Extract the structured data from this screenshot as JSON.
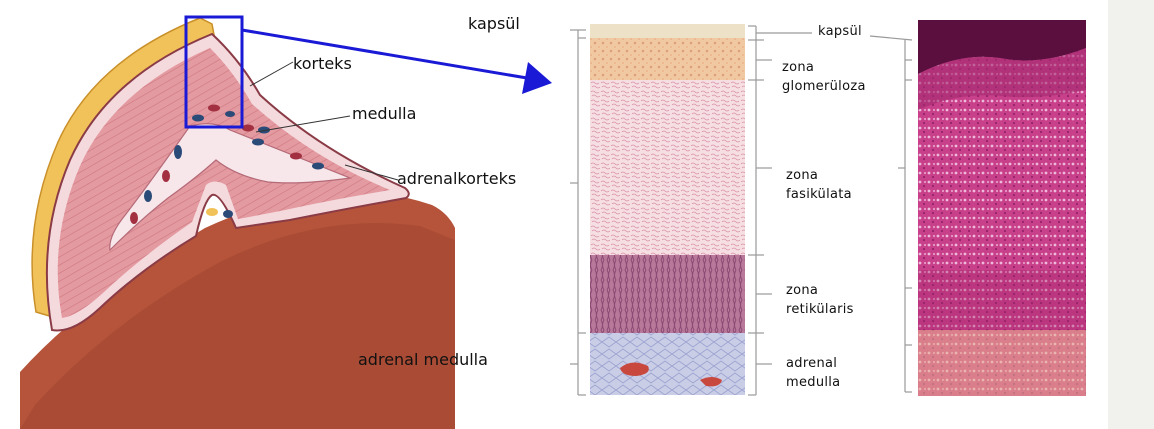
{
  "figure": {
    "left_labels": {
      "kapsul": "kapsül",
      "korteks": "korteks",
      "medulla": "medulla",
      "adrenalkorteks": "adrenalkorteks",
      "adrenal_medulla": "adrenal medulla"
    },
    "zone_labels": {
      "kapsul": "kapsül",
      "glomeruloza_line1": "zona",
      "glomeruloza_line2": "glomerüloza",
      "fasikulata_line1": "zona",
      "fasikulata_line2": "fasikülata",
      "retikularis_line1": "zona",
      "retikularis_line2": "retikülaris",
      "medulla_line1": "adrenal",
      "medulla_line2": "medulla"
    },
    "colors": {
      "zoom_box": "#1a1ad6",
      "capsule_fat": "#f2c25a",
      "cortex": "#e39aa0",
      "kidney": "#b5543a",
      "zona_glomerulosa": "#f0c9a2",
      "zona_fasciculata": "#f6dfe3",
      "zona_reticularis": "#b7789a",
      "adrenal_medulla": "#c9cde6",
      "micrograph": "#c9408a"
    }
  }
}
